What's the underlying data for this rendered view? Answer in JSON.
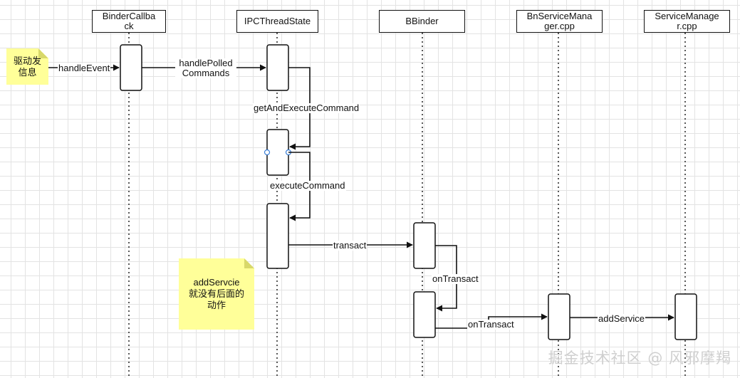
{
  "participants": [
    {
      "label": "BinderCallba\nck"
    },
    {
      "label": "IPCThreadState"
    },
    {
      "label": "BBinder"
    },
    {
      "label": "BnServiceMana\nger.cpp"
    },
    {
      "label": "ServiceManage\nr.cpp"
    }
  ],
  "notes": {
    "driver": "驱动发\n信息",
    "addservice": "addServcie\n就没有后面的\n动作"
  },
  "messages": {
    "handle_event": "handleEvent",
    "handle_polled": "handlePolled\nCommands",
    "get_and_execute": "getAndExecuteCommand",
    "execute_command": "executeCommand",
    "transact": "transact",
    "on_transact_self": "onTransact",
    "on_transact": "onTransact",
    "add_service": "addService"
  },
  "watermark": "掘金技术社区 @ 风邪摩羯"
}
